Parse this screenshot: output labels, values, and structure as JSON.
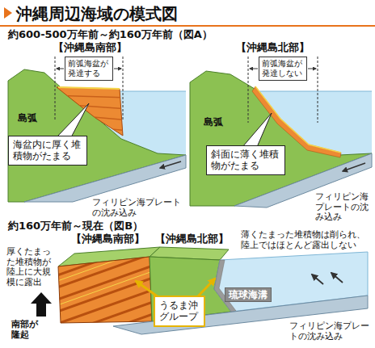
{
  "diagram": {
    "title": "沖縄周辺海域の模式図",
    "nodes": [
      {
        "text": [
          "前弧海盆が発達する"
        ]
      },
      {
        "text": [
          "前弧海盆が発達しない"
        ]
      },
      {
        "text": [
          "海盆内に厚く堆積物がたまる"
        ]
      },
      {
        "text": [
          "斜面に薄く堆積物がたまる"
        ]
      },
      {
        "text": [
          "琉球海溝"
        ]
      },
      {
        "text": [
          "うるま沖グループ"
        ]
      }
    ],
    "labels": [
      "約600-500万年前～約160万年前（図A）",
      "【沖縄島南部】",
      "【沖縄島北部】",
      "島弧",
      "島弧",
      "フィリピン海プレートの沈み込み",
      "フィリピン海プレートの沈み込み",
      "約160万年前～現在（図B）",
      "【沖縄島南部】",
      "【沖縄島北部】",
      "薄くたまった堆積物は削られ、陸上ではほとんど露出しない",
      "厚くたまった堆積物が陸上に大規模に露出",
      "南部が隆起",
      "フィリピン海プレートの沈み込み"
    ]
  }
}
